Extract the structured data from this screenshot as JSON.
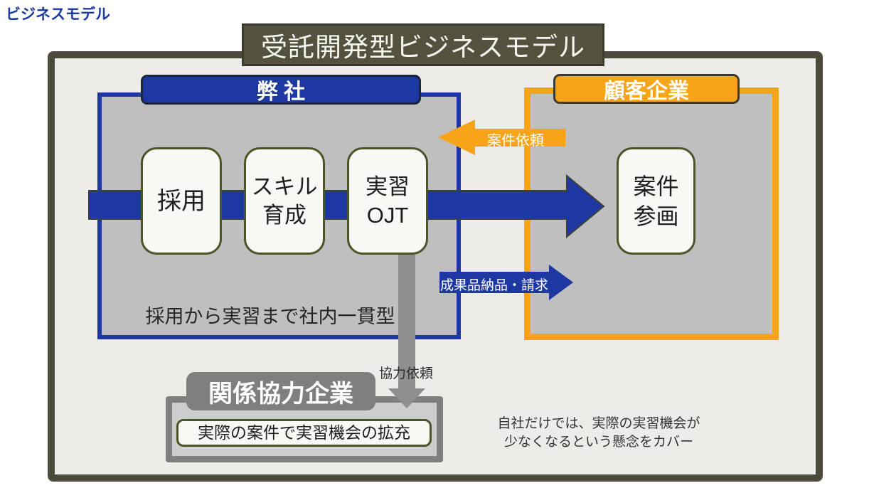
{
  "page": {
    "corner_label": "ビジネスモデル",
    "title": "受託開発型ビジネスモデル"
  },
  "company": {
    "header": "弊 社",
    "steps": [
      "採用",
      "スキル\n育成",
      "実習\nOJT"
    ],
    "note": "採用から実習まで社内一貫型"
  },
  "customer": {
    "header": "顧客企業",
    "result_box": "案件\n参画"
  },
  "partner": {
    "header": "関係協力企業",
    "box": "実際の案件で実習機会の拡充"
  },
  "arrows": {
    "main_flow": "company-to-customer",
    "request_label": "案件依頼",
    "delivery_label": "成果品納品・請求",
    "cooperation_label": "協力依頼"
  },
  "side_note": "自社だけでは、実際の実習機会が\n少なくなるという懸念をカバー",
  "colors": {
    "blue": "#1e38a2",
    "orange": "#f7a418",
    "dark_olive": "#54523f",
    "box_gray": "#bfbfbf",
    "partner_gray": "#7f7f7f",
    "arrow_gray": "#8f8f8f",
    "background": "#edece9"
  }
}
